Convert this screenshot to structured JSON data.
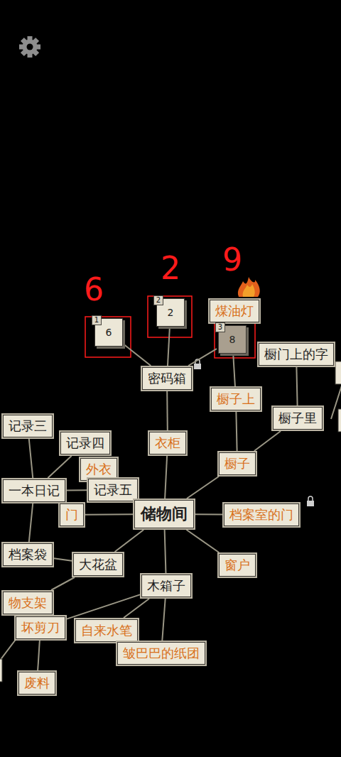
{
  "diagram": {
    "nodes": [
      {
        "text": [
          "6"
        ]
      },
      {
        "text": [
          "1"
        ],
        "in": 0
      },
      {
        "text": [
          "2"
        ]
      },
      {
        "text": [
          "2"
        ],
        "in": 2
      },
      {
        "text": [
          "煤油灯"
        ]
      },
      {
        "text": [
          "8"
        ]
      },
      {
        "text": [
          "3"
        ],
        "in": 5
      },
      {
        "text": [
          "橱门上的字"
        ]
      },
      {
        "text": [
          "密码箱"
        ]
      },
      {
        "text": [
          "橱子上"
        ]
      },
      {
        "text": [
          "记录三"
        ]
      },
      {
        "text": [
          "橱子里"
        ]
      },
      {
        "text": [
          "衣柜"
        ]
      },
      {
        "text": [
          "记录四"
        ]
      },
      {
        "text": [
          "外衣"
        ]
      },
      {
        "text": [
          "橱子"
        ]
      },
      {
        "text": [
          "一本日记"
        ]
      },
      {
        "text": [
          "记录五"
        ]
      },
      {
        "text": [
          "门"
        ]
      },
      {
        "text": [
          "储物间"
        ]
      },
      {
        "text": [
          "档案室的门"
        ]
      },
      {
        "text": [
          "档案袋"
        ]
      },
      {
        "text": [
          "大花盆"
        ]
      },
      {
        "text": [
          "窗户"
        ]
      },
      {
        "text": [
          "木箱子"
        ]
      },
      {
        "text": [
          "物支架"
        ]
      },
      {
        "text": [
          "坏剪刀"
        ]
      },
      {
        "text": [
          "自来水笔"
        ]
      },
      {
        "text": [
          "皱巴巴的纸团"
        ]
      },
      {
        "text": [
          "废料"
        ]
      }
    ],
    "edges": [
      {
        "from": 0,
        "to": 8,
        "arrow": "none"
      },
      {
        "from": 2,
        "to": 8,
        "arrow": "none"
      },
      {
        "from": 5,
        "to": 8,
        "arrow": "none"
      },
      {
        "from": 5,
        "to": 9,
        "arrow": "none"
      },
      {
        "from": 9,
        "to": 15,
        "arrow": "none"
      },
      {
        "from": 7,
        "to": 11,
        "arrow": "none"
      },
      {
        "from": 15,
        "to": 11,
        "arrow": "none"
      },
      {
        "from": 15,
        "to": 19,
        "arrow": "none"
      },
      {
        "from": 8,
        "to": 12,
        "arrow": "none"
      },
      {
        "from": 12,
        "to": 19,
        "arrow": "none"
      },
      {
        "from": 10,
        "to": 16,
        "arrow": "none"
      },
      {
        "from": 16,
        "to": 13,
        "arrow": "none"
      },
      {
        "from": 16,
        "to": 17,
        "arrow": "none"
      },
      {
        "from": 16,
        "to": 21,
        "arrow": "none"
      },
      {
        "from": 18,
        "to": 19,
        "arrow": "none"
      },
      {
        "from": 19,
        "to": 20,
        "arrow": "none"
      },
      {
        "from": 19,
        "to": 23,
        "arrow": "none"
      },
      {
        "from": 19,
        "to": 22,
        "arrow": "none"
      },
      {
        "from": 19,
        "to": 24,
        "arrow": "none"
      },
      {
        "from": 21,
        "to": 22,
        "arrow": "none"
      },
      {
        "from": 22,
        "to": 25,
        "arrow": "none"
      },
      {
        "from": 24,
        "to": 26,
        "arrow": "none"
      },
      {
        "from": 24,
        "to": 27,
        "arrow": "none"
      },
      {
        "from": 24,
        "to": 28,
        "arrow": "none"
      },
      {
        "from": 26,
        "to": 29,
        "arrow": "none"
      }
    ],
    "labels": [
      "6",
      "2",
      "9"
    ]
  }
}
